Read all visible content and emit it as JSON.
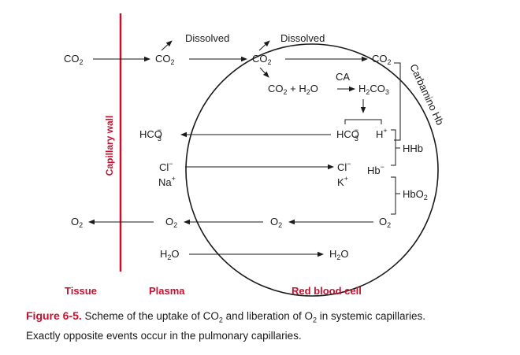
{
  "labels": {
    "co2": "CO",
    "dissolved": "Dissolved",
    "ca": "CA",
    "co2_plus_h2o_a": "CO",
    "co2_plus_h2o_b": " + H",
    "co2_plus_h2o_c": "O",
    "h2co3_a": "H",
    "h2co3_b": "CO",
    "hco3": "HCO",
    "hplus": "H",
    "cl": "Cl",
    "na": "Na",
    "k": "K",
    "hb": "Hb",
    "hhb": "HHb",
    "hbo2": "HbO",
    "o2": "O",
    "h2o_a": "H",
    "h2o_b": "O",
    "carbamino": "Carbamino Hb",
    "capillary_wall": "Capillary wall",
    "sub2": "2",
    "sub3": "3",
    "sup_minus": "−",
    "sup_plus": "+"
  },
  "regions": {
    "tissue": "Tissue",
    "plasma": "Plasma",
    "rbc": "Red blood cell"
  },
  "caption": {
    "figure_number": "Figure 6-5.",
    "text_1": " Scheme of the uptake of CO",
    "sub_1": "2",
    "text_2": " and liberation of O",
    "sub_2": "2",
    "text_3": " in systemic capillaries.",
    "line_2": "Exactly opposite events occur in the pulmonary capillaries."
  },
  "colors": {
    "accent": "#c8102e",
    "ink": "#1a1a1a"
  }
}
